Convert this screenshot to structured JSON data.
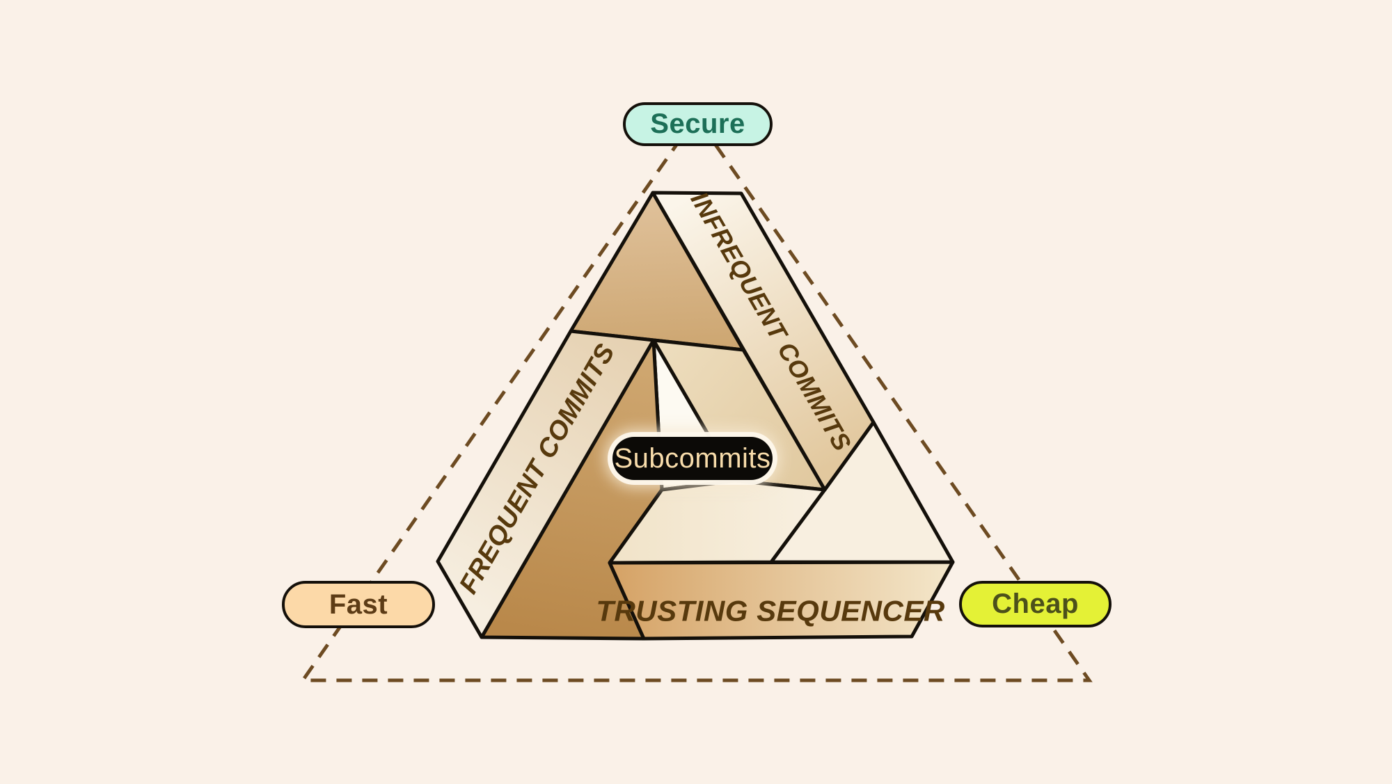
{
  "badges": {
    "secure": {
      "label": "Secure",
      "bg": "#c7f3e4",
      "fg": "#1c6f57"
    },
    "fast": {
      "label": "Fast",
      "bg": "#fcd9a8",
      "fg": "#5d3c16"
    },
    "cheap": {
      "label": "Cheap",
      "bg": "#e4f136",
      "fg": "#4c501b"
    },
    "subcommits": {
      "label": "Subcommits",
      "bg": "#0c0a07",
      "fg": "#f8dcab"
    }
  },
  "penrose": {
    "labels": {
      "left_beam": "FREQUENT COMMITS",
      "right_beam": "INFREQUENT COMMITS",
      "bottom_beam": "TRUSTING SEQUENCER"
    },
    "label_color": "#57390d"
  },
  "colors": {
    "background": "#faf1e8",
    "outline": "#14100a",
    "dashed_line": "#6d4b22",
    "beam_cream": "#f6eede",
    "beam_tan": "#c3924f",
    "beam_gold": "#d8a76b",
    "hole": "#fdfaf2"
  }
}
